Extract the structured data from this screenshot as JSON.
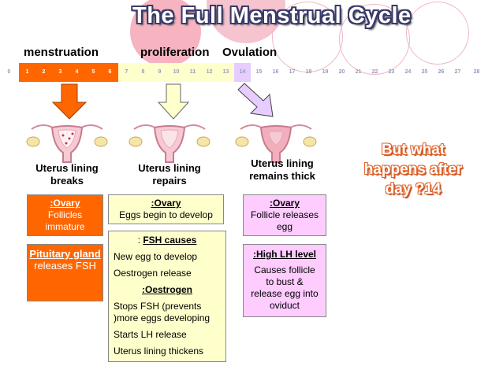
{
  "title": "The Full Menstrual Cycle",
  "phases": {
    "menstruation": "menstruation",
    "proliferation": "proliferation",
    "ovulation": "Ovulation"
  },
  "days": [
    "0",
    "1",
    "2",
    "3",
    "4",
    "5",
    "6",
    "7",
    "8",
    "9",
    "10",
    "11",
    "12",
    "13",
    "14",
    "15",
    "16",
    "17",
    "18",
    "19",
    "20",
    "21",
    "22",
    "23",
    "24",
    "25",
    "26",
    "27",
    "28"
  ],
  "colors": {
    "menstruation": "#ff6600",
    "proliferation": "#ffffcc",
    "ovulation": "#e6ccff",
    "orange_box": "#ff6600",
    "pink_box": "#ffccff",
    "accent_text": "#e2632a"
  },
  "uterus": {
    "breaks": "Uterus lining breaks",
    "repairs": "Uterus lining repairs",
    "thick": "Uterus lining remains thick"
  },
  "ovary1": {
    "title": ":Ovary",
    "text": "Follicles immature"
  },
  "ovary2": {
    "title": ":Ovary",
    "text": "Eggs begin to develop"
  },
  "ovary3": {
    "title": ":Ovary",
    "text": "Follicle releases egg"
  },
  "pituitary": {
    "title": "Pituitary gland",
    "text": "releases FSH"
  },
  "fsh": {
    "title_prefix": ": ",
    "title": "FSH causes",
    "line1": "New egg to  develop",
    "line2": "Oestrogen release",
    "oes_title": ":Oestrogen",
    "line3": "Stops FSH (prevents )more eggs developing",
    "line4": "Starts LH release",
    "line5": "Uterus lining thickens"
  },
  "lh": {
    "title": ":High LH level",
    "text": "Causes follicle to bust & release egg into oviduct"
  },
  "question": "But what happens after day ?14"
}
